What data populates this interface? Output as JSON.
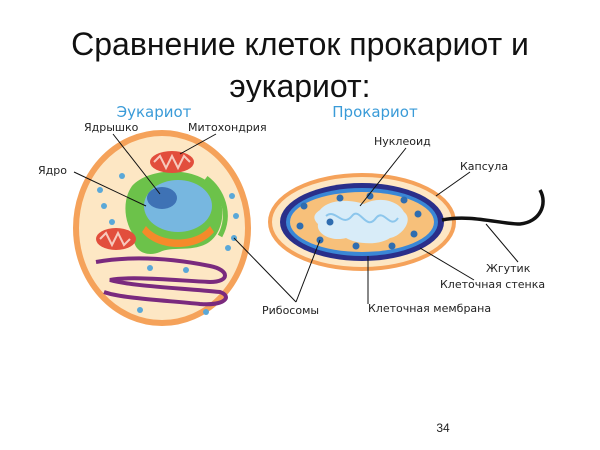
{
  "slide": {
    "title_line_1": "Сравнение клеток прокариот и",
    "title_line_2": "эукариот:",
    "page_number": "34"
  },
  "eukaryote": {
    "heading": "Эукариот",
    "labels": {
      "nucleolus": "Ядрышко",
      "mitochondria": "Митохондрия",
      "nucleus": "Ядро"
    }
  },
  "prokaryote": {
    "heading": "Прокариот",
    "labels": {
      "nucleoid": "Нуклеоид",
      "capsule": "Капсула",
      "flagellum": "Жгутик",
      "cell_wall": "Клеточная стенка",
      "cell_membrane": "Клеточная мембрана"
    }
  },
  "shared": {
    "ribosomes": "Рибосомы"
  },
  "colors": {
    "heading_blue": "#3a9bd8",
    "cell_orange": "#f5a25a",
    "cell_cream": "#fde7c4",
    "mito_red": "#e24e3c",
    "nucleus_blue": "#77b7e0",
    "nucleolus_blue": "#3e72b5",
    "er_green": "#6cc24a",
    "golgi_purple": "#7a2a7e",
    "wall_navy": "#1f2f6e",
    "nucleoid_light": "#d8ecf8"
  }
}
